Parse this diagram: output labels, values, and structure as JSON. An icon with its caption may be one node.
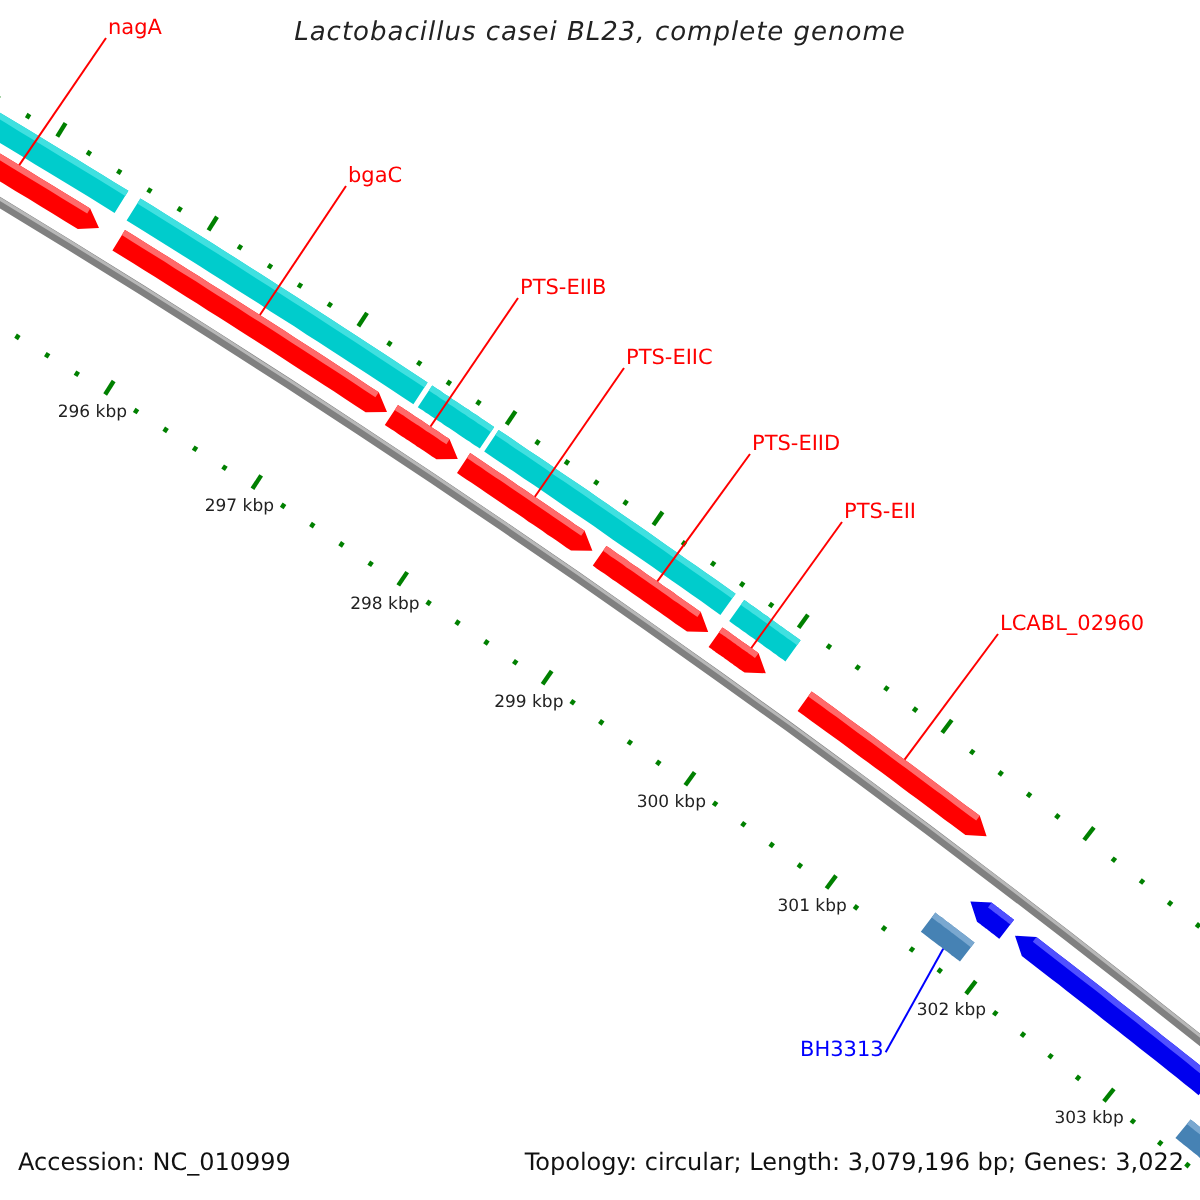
{
  "diagram": {
    "title": "Lactobacillus casei BL23, complete genome",
    "nodes": [
      {
        "text": [
          "nagA"
        ]
      },
      {
        "text": [
          "bgaC"
        ]
      },
      {
        "text": [
          "PTS-EIIB"
        ]
      },
      {
        "text": [
          "PTS-EIIC"
        ]
      },
      {
        "text": [
          "PTS-EIID"
        ]
      },
      {
        "text": [
          "PTS-EII"
        ]
      },
      {
        "text": [
          "LCABL_02960"
        ]
      },
      {
        "text": [
          "BH3313"
        ]
      },
      {
        "text": [],
        "shape": "bar"
      },
      {
        "text": [],
        "shape": "bar"
      },
      {
        "text": [],
        "shape": "bar"
      },
      {
        "text": [],
        "shape": "bar"
      },
      {
        "text": [],
        "shape": "bar"
      },
      {
        "text": [],
        "shape": "bar"
      },
      {
        "text": [],
        "shape": "bar"
      },
      {
        "text": [],
        "shape": "box"
      },
      {
        "text": [],
        "shape": "bar"
      },
      {
        "text": [],
        "shape": "bar"
      },
      {
        "text": [],
        "shape": "box"
      }
    ],
    "edges": [
      {
        "from": 0,
        "to": 8,
        "arrow": "none"
      },
      {
        "from": 1,
        "to": 9,
        "arrow": "none"
      },
      {
        "from": 2,
        "to": 10,
        "arrow": "none"
      },
      {
        "from": 3,
        "to": 11,
        "arrow": "none"
      },
      {
        "from": 4,
        "to": 12,
        "arrow": "none"
      },
      {
        "from": 5,
        "to": 13,
        "arrow": "none"
      },
      {
        "from": 6,
        "to": 14,
        "arrow": "none"
      },
      {
        "from": 7,
        "to": 15,
        "arrow": "none",
        "color": "#0000ff"
      }
    ],
    "labels": [
      "296 kbp",
      "297 kbp",
      "298 kbp",
      "299 kbp",
      "300 kbp",
      "301 kbp",
      "302 kbp",
      "303 kbp",
      "Accession: NC_010999",
      "Topology: circular; Length: 3,079,196 bp; Genes: 3,022"
    ]
  }
}
